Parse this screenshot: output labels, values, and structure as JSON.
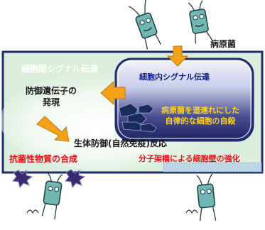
{
  "labels": {
    "pathogen": "病原菌",
    "intercellular_signaling": "細胞間シグナル伝達",
    "intracellular_signaling": "細胞内シグナル伝達",
    "defense_gene_line1": "防御遺伝子の",
    "defense_gene_line2": "発現",
    "suicide_line1": "病原菌を道連れにした",
    "suicide_line2": "自律的な細胞の自殺",
    "biological_defense": "生体防御(自然免疫)反応",
    "antimicrobial": "抗菌性物質の合成",
    "cell_wall": "分子架橋による細胞壁の強化"
  },
  "colors": {
    "outer_cell_fill": "#dbeedd",
    "outer_cell_border": "#1b2d6e",
    "inner_cell_border": "#1b2d6e",
    "arrow_orange": "#f4a21a",
    "pathogen_body": "#6fb6b4",
    "label_red": "#e8101a",
    "label_blue": "#0c1d96",
    "label_yellow": "#ffd21a"
  },
  "icons": [
    "pathogen-icon",
    "down-arrow-icon",
    "left-arrow-icon",
    "diagonal-arrow-icon",
    "burst-icon",
    "cell-wall-texture"
  ]
}
